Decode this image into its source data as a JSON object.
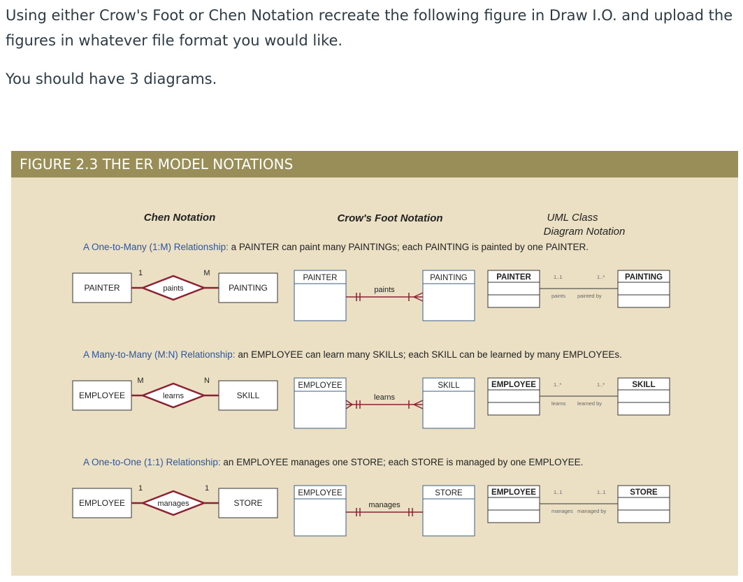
{
  "question": {
    "line1": "Using either Crow's Foot or Chen Notation recreate the following figure in Draw I.O.  and upload the",
    "line2": "figures in whatever file format you would like.",
    "line3": "You should have 3 diagrams."
  },
  "figure": {
    "title": "FIGURE 2.3  THE ER MODEL NOTATIONS",
    "headers": {
      "chen": "Chen Notation",
      "crows": "Crow's Foot Notation",
      "uml1": "UML Class",
      "uml2": "Diagram Notation"
    },
    "rows": [
      {
        "caption_blue": "A One-to-Many (1:M) Relationship:",
        "caption_rest": " a PAINTER can paint many PAINTINGs; each PAINTING is painted by one PAINTER.",
        "chen": {
          "left": "PAINTER",
          "rel": "paints",
          "right": "PAINTING",
          "left_card": "1",
          "right_card": "M"
        },
        "crows": {
          "left": "PAINTER",
          "right": "PAINTING",
          "rel": "paints"
        },
        "uml": {
          "left": "PAINTER",
          "right": "PAINTING",
          "left_mult": "1..1",
          "right_mult": "1..*",
          "left_role": "paints",
          "right_role": "painted by"
        }
      },
      {
        "caption_blue": "A Many-to-Many (M:N) Relationship:",
        "caption_rest": " an EMPLOYEE can learn many SKILLs; each SKILL can be learned by many EMPLOYEEs.",
        "chen": {
          "left": "EMPLOYEE",
          "rel": "learns",
          "right": "SKILL",
          "left_card": "M",
          "right_card": "N"
        },
        "crows": {
          "left": "EMPLOYEE",
          "right": "SKILL",
          "rel": "learns"
        },
        "uml": {
          "left": "EMPLOYEE",
          "right": "SKILL",
          "left_mult": "1..*",
          "right_mult": "1..*",
          "left_role": "learns",
          "right_role": "learned by"
        }
      },
      {
        "caption_blue": "A One-to-One (1:1) Relationship:",
        "caption_rest": " an EMPLOYEE manages one STORE; each STORE is managed by one EMPLOYEE.",
        "chen": {
          "left": "EMPLOYEE",
          "rel": "manages",
          "right": "STORE",
          "left_card": "1",
          "right_card": "1"
        },
        "crows": {
          "left": "EMPLOYEE",
          "right": "STORE",
          "rel": "manages"
        },
        "uml": {
          "left": "EMPLOYEE",
          "right": "STORE",
          "left_mult": "1..1",
          "right_mult": "1..1",
          "left_role": "manages",
          "right_role": "managed by"
        }
      }
    ]
  },
  "colors": {
    "header_bg": "#9a8e58",
    "panel_bg": "#ebe0c4",
    "relationship_red": "#8a2232",
    "box_blue": "#3a5f86",
    "caption_blue": "#2f5597"
  }
}
